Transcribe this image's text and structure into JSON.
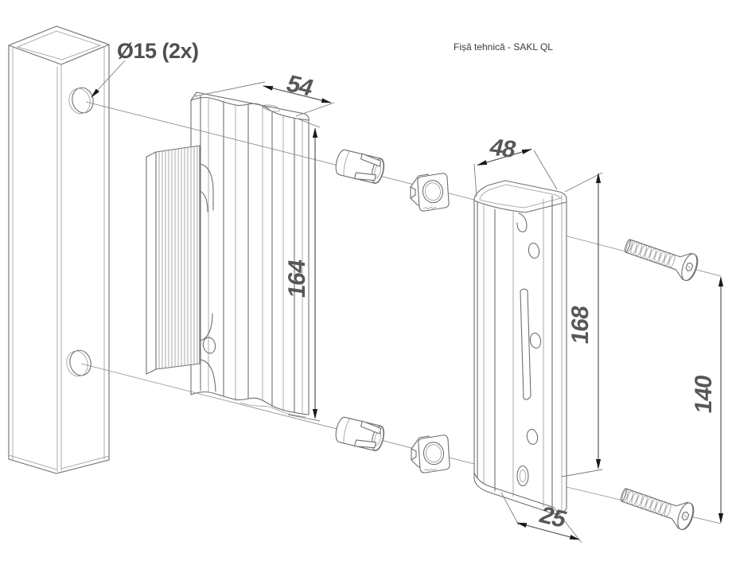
{
  "page": {
    "title": "Fișă tehnică - SAKL QL",
    "background": "#ffffff"
  },
  "labels": {
    "hole_diameter": "Ø15 (2x)",
    "profile_width": "54",
    "profile_height": "164",
    "keeper_width": "48",
    "keeper_height": "168",
    "screw_spacing": "140",
    "keeper_depth": "25"
  },
  "colors": {
    "line": "#6f6f6f",
    "thin_line": "#979797",
    "dimension_line": "#474747",
    "arrowhead": "#1a1a1a",
    "dimension_text": "#575757",
    "title_text": "#3a3a3a",
    "background": "#ffffff"
  }
}
